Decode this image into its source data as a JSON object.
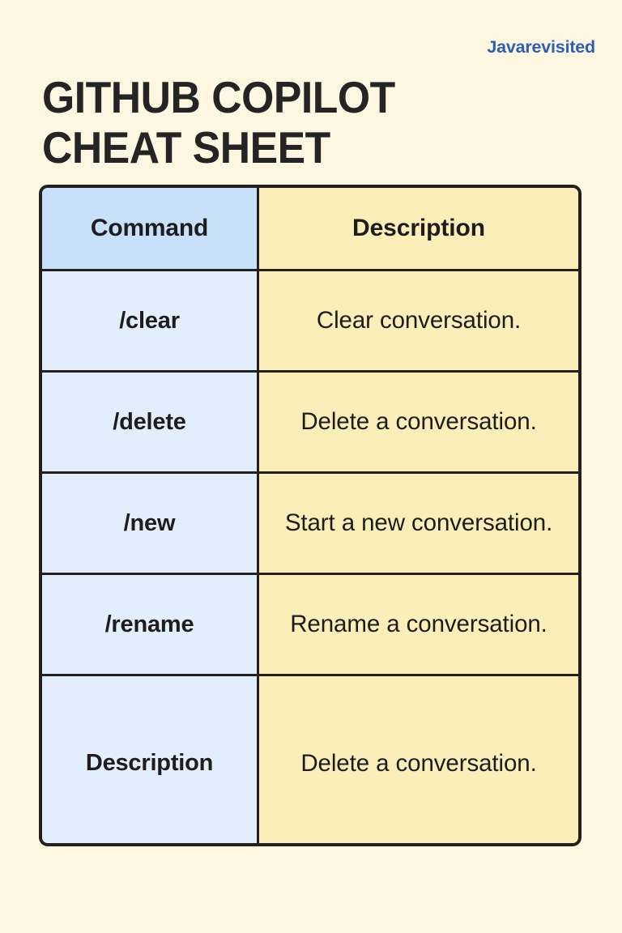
{
  "page": {
    "background_color": "#fdf6e0",
    "title_line1": "GITHUB COPILOT",
    "title_line2": "CHEAT SHEET",
    "title_color": "#242424",
    "brand": "Javarevisited",
    "brand_color": "#2f5fb3"
  },
  "table": {
    "border_color": "#23211f",
    "command_header_bg": "#c9e0fa",
    "command_cell_bg": "#e2eefc",
    "description_bg": "#fbeeb8",
    "columns": [
      {
        "key": "command",
        "label": "Command"
      },
      {
        "key": "description",
        "label": "Description"
      }
    ],
    "rows": [
      {
        "command": "/clear",
        "description": "Clear conversation."
      },
      {
        "command": "/delete",
        "description": "Delete a conversation."
      },
      {
        "command": "/new",
        "description": "Start a new conversation."
      },
      {
        "command": "/rename",
        "description": "Rename a conversation."
      },
      {
        "command": "Description",
        "description": "Delete a conversation."
      }
    ]
  }
}
